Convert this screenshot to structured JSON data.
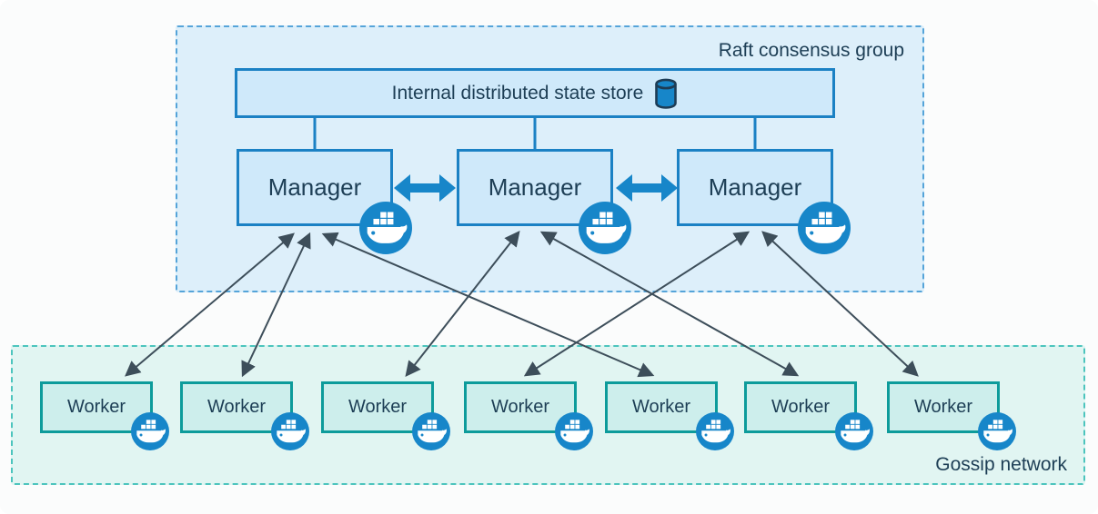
{
  "raft_group": {
    "label": "Raft consensus group",
    "state_store": {
      "label": "Internal distributed state store",
      "icon": "database-cylinder-icon"
    },
    "managers": [
      {
        "id": "manager-1",
        "label": "Manager",
        "icon": "docker-whale-icon"
      },
      {
        "id": "manager-2",
        "label": "Manager",
        "icon": "docker-whale-icon"
      },
      {
        "id": "manager-3",
        "label": "Manager",
        "icon": "docker-whale-icon"
      }
    ]
  },
  "gossip_group": {
    "label": "Gossip network",
    "workers": [
      {
        "id": "worker-1",
        "label": "Worker",
        "icon": "docker-whale-icon"
      },
      {
        "id": "worker-2",
        "label": "Worker",
        "icon": "docker-whale-icon"
      },
      {
        "id": "worker-3",
        "label": "Worker",
        "icon": "docker-whale-icon"
      },
      {
        "id": "worker-4",
        "label": "Worker",
        "icon": "docker-whale-icon"
      },
      {
        "id": "worker-5",
        "label": "Worker",
        "icon": "docker-whale-icon"
      },
      {
        "id": "worker-6",
        "label": "Worker",
        "icon": "docker-whale-icon"
      },
      {
        "id": "worker-7",
        "label": "Worker",
        "icon": "docker-whale-icon"
      }
    ]
  },
  "edges": {
    "store_to_managers": [
      "manager-1",
      "manager-2",
      "manager-3"
    ],
    "manager_peer_links": [
      "manager-1 <-> manager-2",
      "manager-2 <-> manager-3"
    ],
    "manager_worker_links": [
      {
        "from": "manager-1",
        "to": "worker-1",
        "bidirectional": true
      },
      {
        "from": "manager-1",
        "to": "worker-2",
        "bidirectional": true
      },
      {
        "from": "manager-1",
        "to": "worker-5",
        "bidirectional": true
      },
      {
        "from": "manager-2",
        "to": "worker-3",
        "bidirectional": true
      },
      {
        "from": "manager-2",
        "to": "worker-6",
        "bidirectional": true
      },
      {
        "from": "manager-3",
        "to": "worker-4",
        "bidirectional": true
      },
      {
        "from": "manager-3",
        "to": "worker-7",
        "bidirectional": true
      }
    ]
  },
  "colors": {
    "blue_border": "#1b81c4",
    "blue_fill": "#cfe9fa",
    "raft_fill": "#ddeffa",
    "raft_dash": "#55a4d9",
    "teal_border": "#0d9b9b",
    "worker_fill": "#cdeeec",
    "gossip_fill": "#e1f5f2",
    "gossip_dash": "#4cc4bd",
    "docker_blue": "#1786c9",
    "arrow_gray": "#3d4e5a",
    "text_navy": "#1d3e55"
  }
}
